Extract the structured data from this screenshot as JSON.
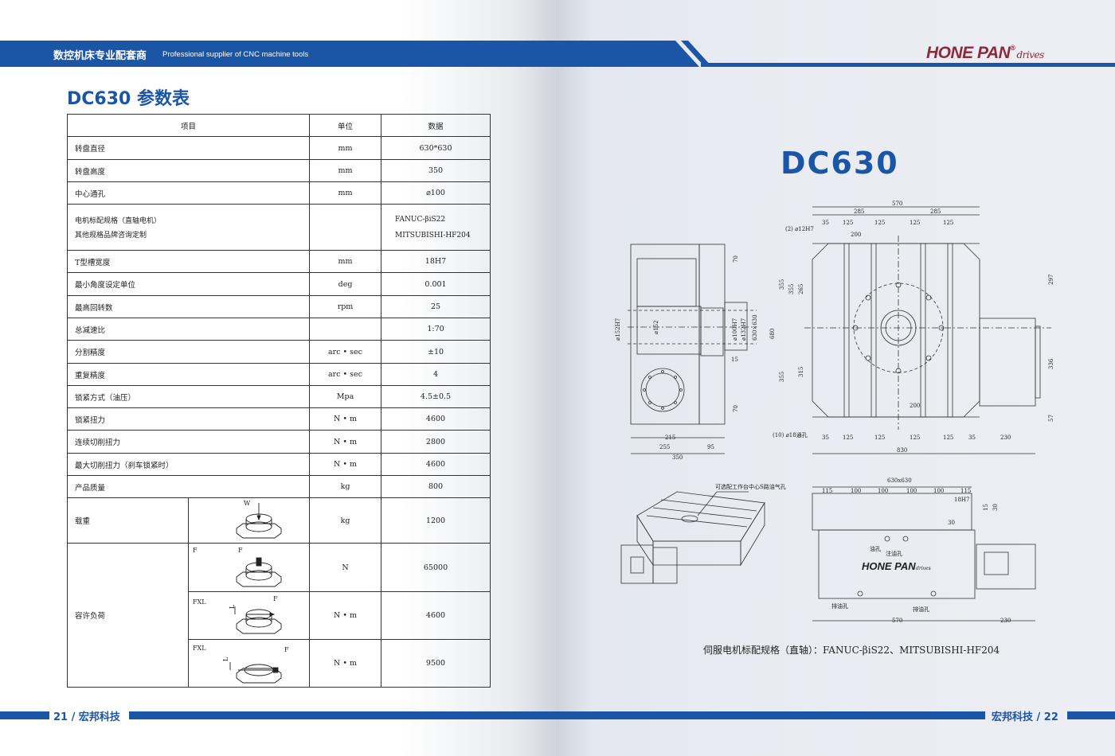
{
  "header": {
    "cn": "数控机床专业配套商",
    "en": "Professional supplier of CNC machine tools",
    "logo": "HONE PAN",
    "logo_reg": "®",
    "logo_sub": "drives"
  },
  "left": {
    "title": "DC630 参数表",
    "columns": [
      "项目",
      "单位",
      "数据"
    ],
    "rows": [
      {
        "label": "转盘直径",
        "unit": "mm",
        "value": "630*630"
      },
      {
        "label": "转盘高度",
        "unit": "mm",
        "value": "350"
      },
      {
        "label": "中心通孔",
        "unit": "mm",
        "value": "⌀100"
      },
      {
        "label": "电机标配规格（直轴电机）",
        "label2": "其他规格品牌咨询定制",
        "unit": "",
        "value": "FANUC-βiS22",
        "value2": "MITSUBISHI-HF204"
      },
      {
        "label": "T型槽宽度",
        "unit": "mm",
        "value": "18H7"
      },
      {
        "label": "最小角度设定单位",
        "unit": "deg",
        "value": "0.001"
      },
      {
        "label": "最高回转数",
        "unit": "rpm",
        "value": "25"
      },
      {
        "label": "总减速比",
        "unit": "",
        "value": "1:70"
      },
      {
        "label": "分割精度",
        "unit": "arc • sec",
        "value": "±10"
      },
      {
        "label": "重复精度",
        "unit": "arc • sec",
        "value": "4"
      },
      {
        "label": "锁紧方式（油压）",
        "unit": "Mpa",
        "value": "4.5±0.5"
      },
      {
        "label": "锁紧扭力",
        "unit": "N • m",
        "value": "4600"
      },
      {
        "label": "连续切削扭力",
        "unit": "N • m",
        "value": "2800"
      },
      {
        "label": "最大切削扭力（刹车锁紧时）",
        "unit": "N • m",
        "value": "4600"
      },
      {
        "label": "产品质量",
        "unit": "kg",
        "value": "800"
      }
    ],
    "load": {
      "label": "载重",
      "tag": "W",
      "unit": "kg",
      "value": "1200"
    },
    "allow_label": "容许负荷",
    "allow": [
      {
        "tags": [
          "F",
          "F"
        ],
        "unit": "N",
        "value": "65000"
      },
      {
        "tags": [
          "FXL",
          "F",
          "L"
        ],
        "unit": "N • m",
        "value": "4600"
      },
      {
        "tags": [
          "FXL",
          "F",
          "L"
        ],
        "unit": "N • m",
        "value": "9500"
      }
    ],
    "page": "21 / 宏邦科技"
  },
  "right": {
    "title": "DC630",
    "caption": "伺服电机标配规格（直轴）：FANUC-βiS22、MITSUBISHI-HF204",
    "page": "宏邦科技 / 22",
    "dims": {
      "top": [
        "570",
        "285",
        "285",
        "35",
        "125",
        "125",
        "125",
        "125",
        "200",
        "(2) ⌀12H7"
      ],
      "side_left": [
        "⌀152H7",
        "⌀152",
        "⌀100H7",
        "⌀132H7",
        "630×630",
        "70",
        "70",
        "15"
      ],
      "bottom_left": [
        "215",
        "255",
        "95",
        "350"
      ],
      "front_v": [
        "680",
        "355",
        "355",
        "265",
        "355",
        "315",
        "297",
        "336",
        "57"
      ],
      "bottom": [
        "(10) ⌀18通孔",
        "35",
        "125",
        "125",
        "125",
        "125",
        "35",
        "230",
        "830",
        "200"
      ],
      "lower": [
        "630x630",
        "115",
        "100",
        "100",
        "100",
        "100",
        "115",
        "18H7",
        "30",
        "30",
        "15",
        "570",
        "230"
      ],
      "notes": [
        "可选配工作台中心S路油气孔",
        "油孔",
        "注油孔",
        "排油孔",
        "排油孔"
      ],
      "logo": "HONE PAN",
      "logo_sub": "drives"
    }
  }
}
